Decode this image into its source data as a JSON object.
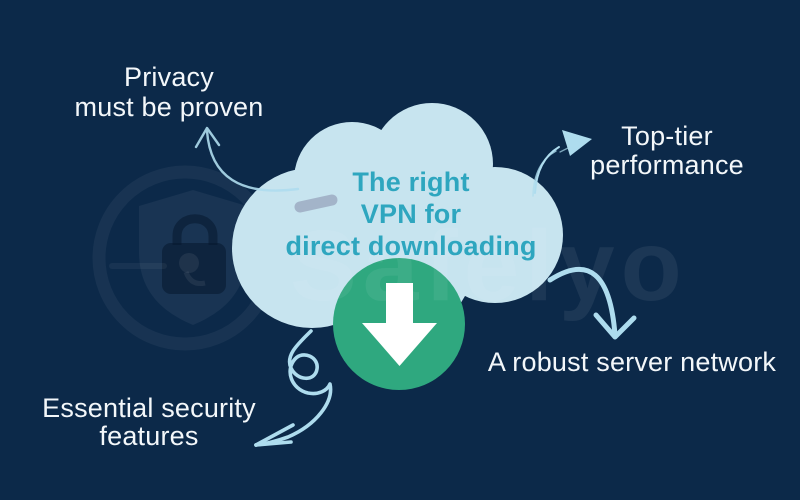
{
  "colors": {
    "bg": "#0c2949",
    "cloud": "#c7e4ef",
    "title": "#2ea6bf",
    "green": "#2fa87f",
    "arrow": "#aedcee",
    "label": "#f3f7fa",
    "dash": "#a3b4c9"
  },
  "cloud_title": {
    "line1": "The right",
    "line2": "VPN for",
    "line3": "direct downloading"
  },
  "labels": {
    "privacy": {
      "line1": "Privacy",
      "line2": "must be proven"
    },
    "performance": {
      "line1": "Top-tier",
      "line2": "performance"
    },
    "server": {
      "line1": "A robust server network"
    },
    "security": {
      "line1": "Essential security",
      "line2": "features"
    }
  },
  "watermark": {
    "text": "Safelyo",
    "logo_icon": "shield-lock-icon"
  },
  "icons": {
    "download": "download-arrow-icon"
  }
}
